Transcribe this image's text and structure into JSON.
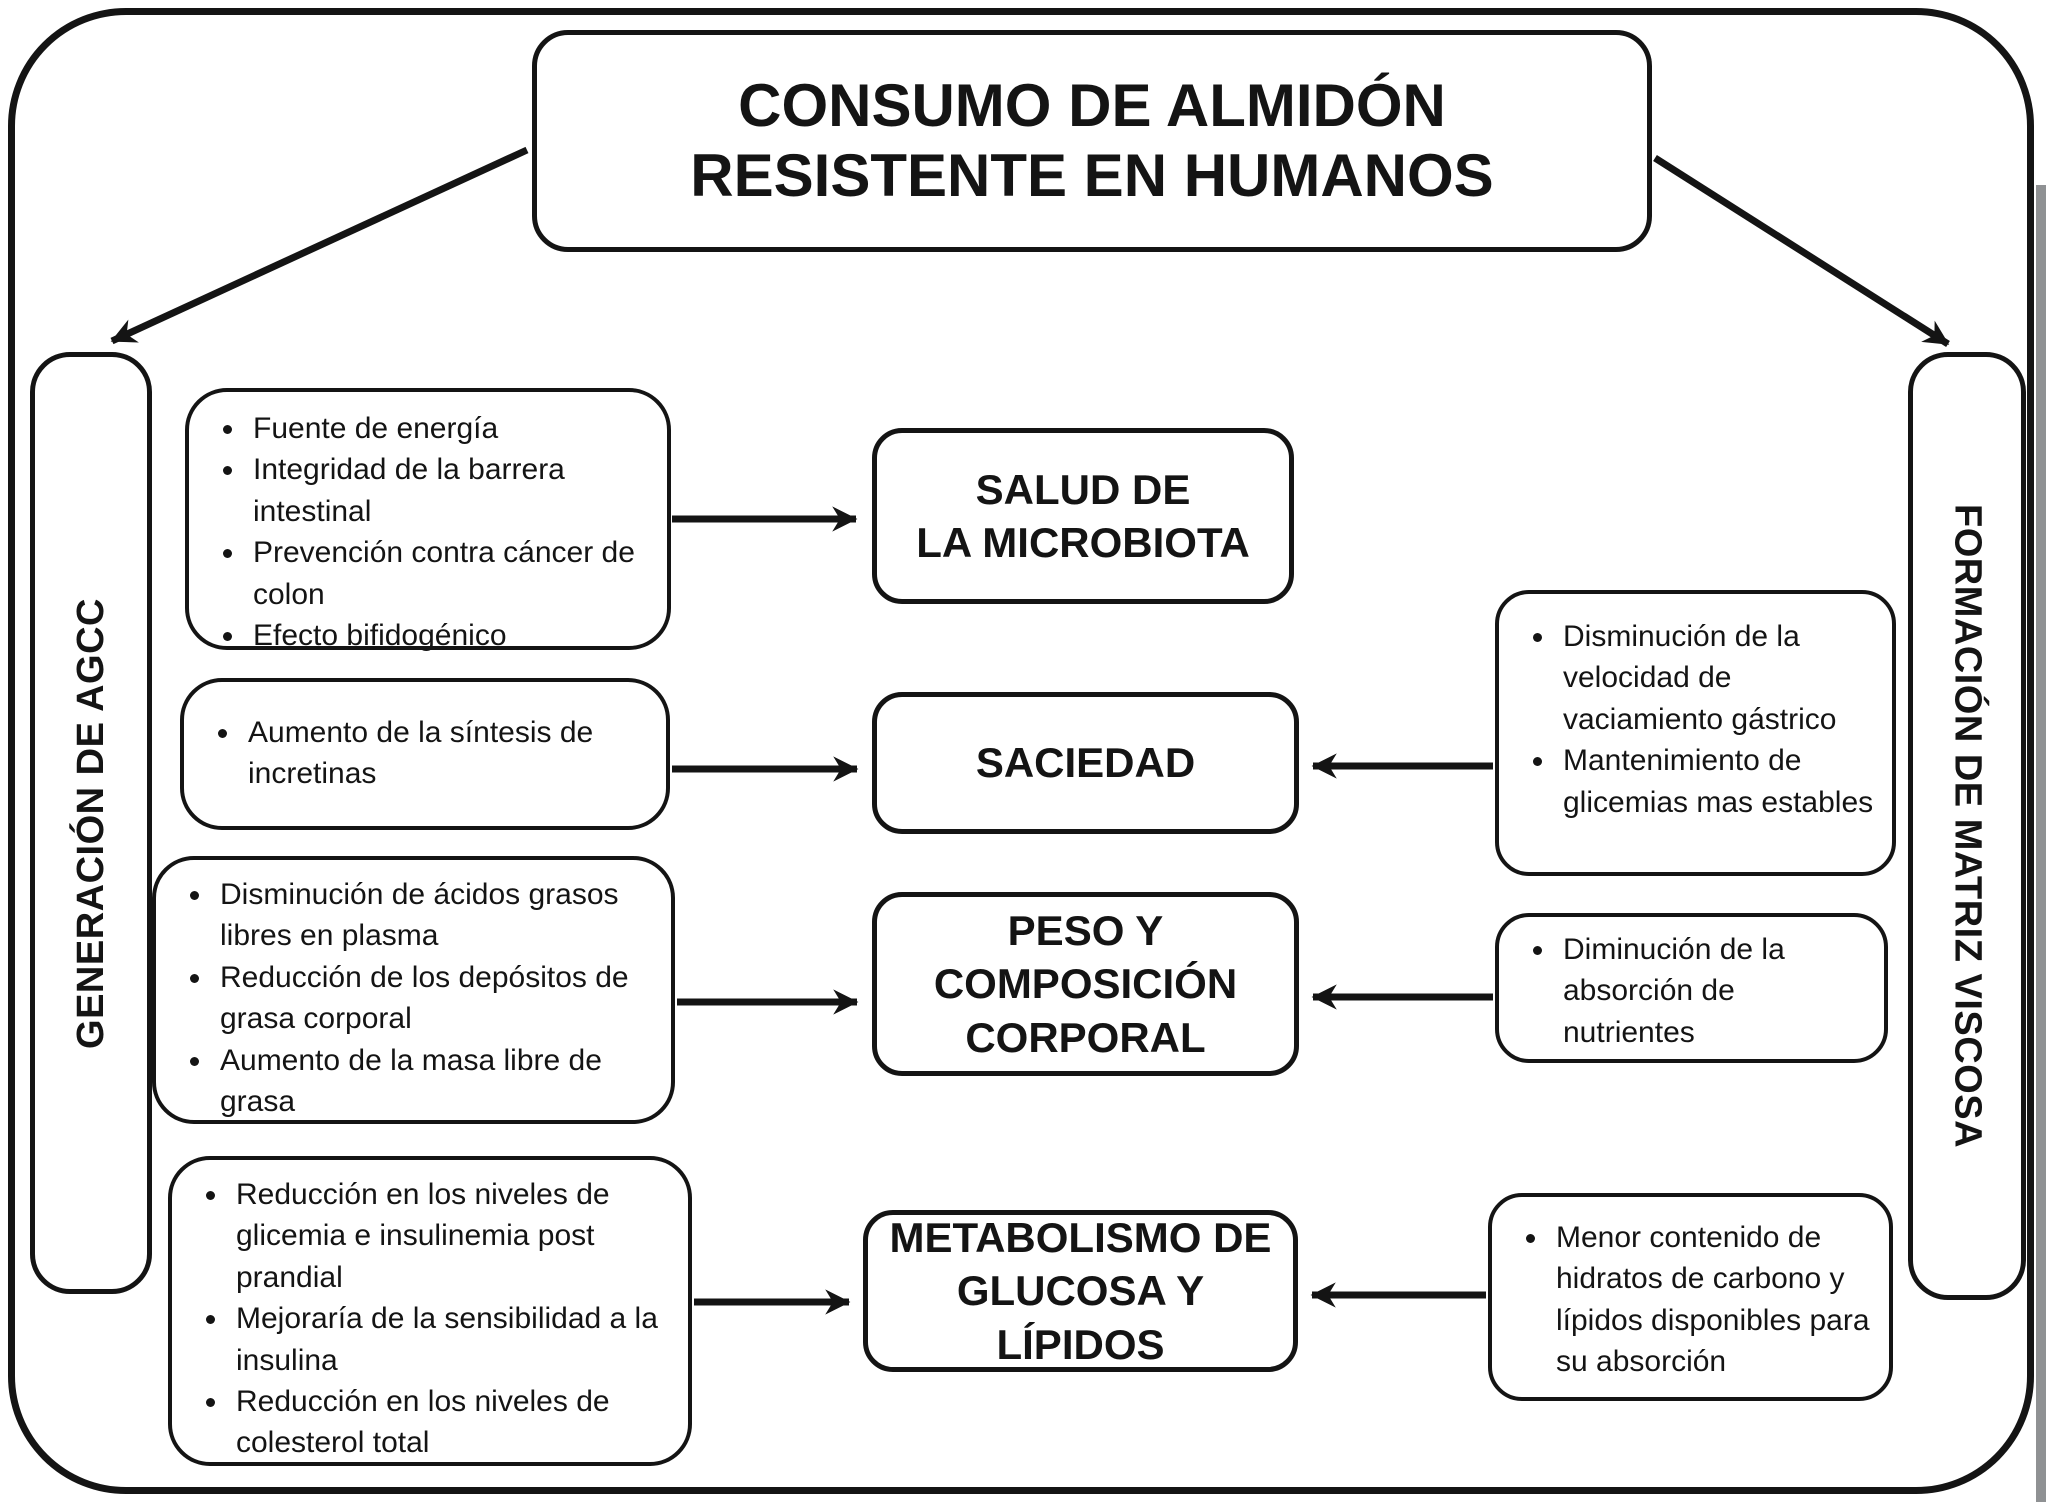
{
  "title": {
    "lines": [
      "CONSUMO DE ALMIDÓN",
      "RESISTENTE EN HUMANOS"
    ]
  },
  "side_panels": {
    "left": {
      "label": "GENERACIÓN DE AGCC"
    },
    "right": {
      "label": "FORMACIÓN DE MATRIZ VISCOSA"
    }
  },
  "left_boxes": [
    {
      "bullets": [
        "Fuente de energía",
        "Integridad de la barrera intestinal",
        "Prevención contra cáncer de colon",
        "Efecto bifidogénico"
      ]
    },
    {
      "bullets": [
        "Aumento de la síntesis de incretinas"
      ]
    },
    {
      "bullets": [
        "Disminución de ácidos grasos libres en plasma",
        "Reducción de los depósitos de grasa corporal",
        "Aumento de la masa libre de grasa"
      ]
    },
    {
      "bullets": [
        "Reducción en los niveles de glicemia e insulinemia post prandial",
        "Mejoraría de la sensibilidad a la insulina",
        "Reducción en los niveles de colesterol total"
      ]
    }
  ],
  "center_boxes": [
    {
      "lines": [
        "SALUD DE",
        "LA MICROBIOTA"
      ]
    },
    {
      "lines": [
        "SACIEDAD"
      ]
    },
    {
      "lines": [
        "PESO Y",
        "COMPOSICIÓN",
        "CORPORAL"
      ]
    },
    {
      "lines": [
        "METABOLISMO DE",
        "GLUCOSA Y LÍPIDOS"
      ]
    }
  ],
  "right_boxes": [
    {
      "bullets": [
        "Disminución de la velocidad de vaciamiento gástrico",
        "Mantenimiento de glicemias mas estables"
      ]
    },
    {
      "bullets": [
        "Diminución de la absorción de nutrientes"
      ]
    },
    {
      "bullets": [
        "Menor contenido de hidratos de carbono y lípidos disponibles para su absorción"
      ]
    }
  ],
  "colors": {
    "ink": "#141414",
    "paper": "#ffffff",
    "scan_edge": "#8f9193"
  }
}
